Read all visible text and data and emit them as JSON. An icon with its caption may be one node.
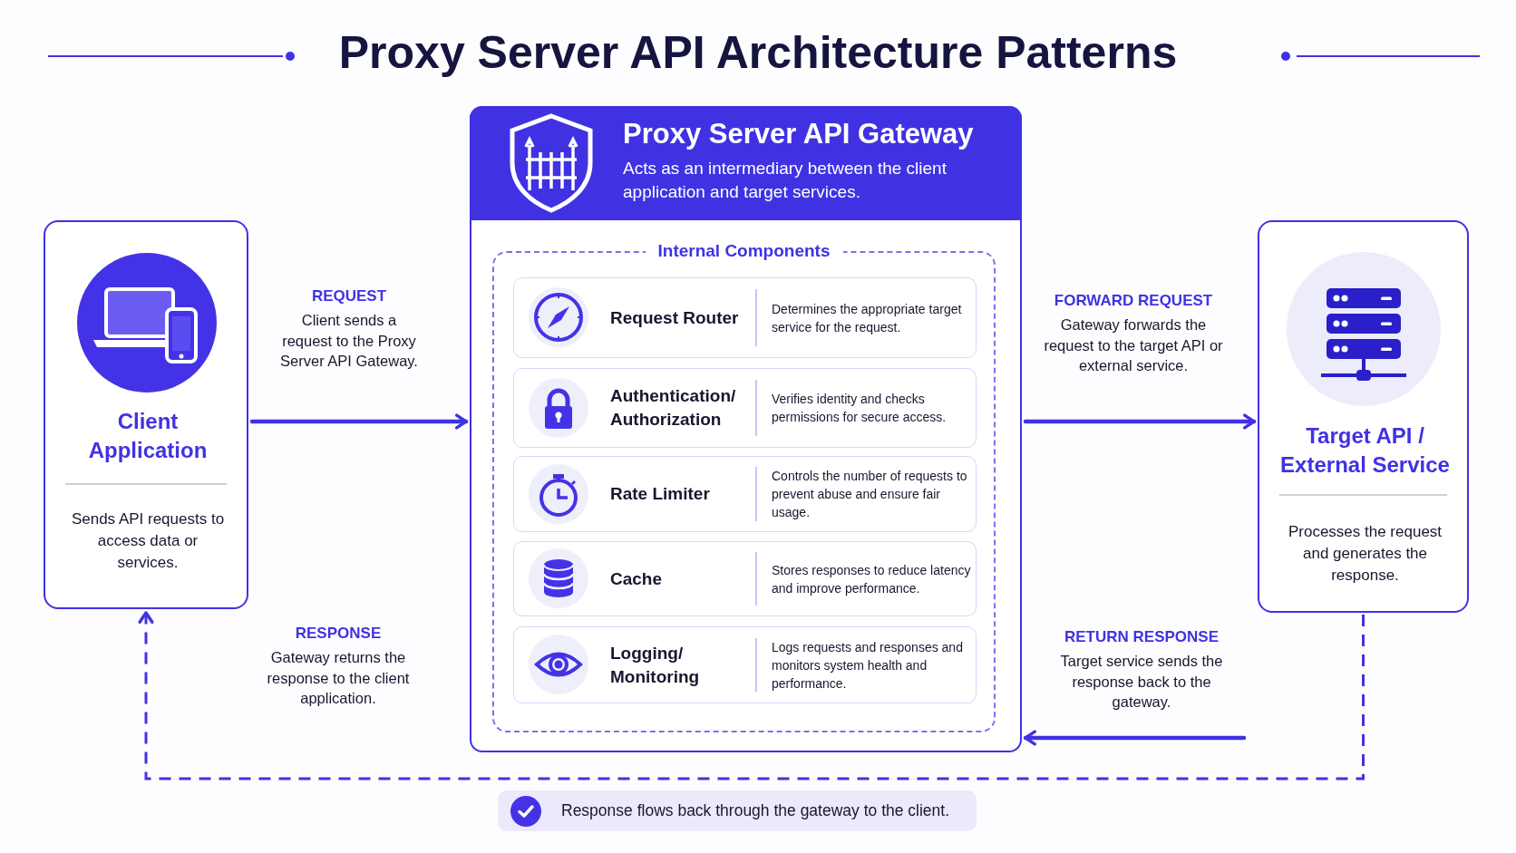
{
  "diagram": {
    "title": "Proxy Server API Architecture Patterns",
    "nodes": [
      {
        "text": [
          "Client Application",
          "Sends API requests to access data or services."
        ]
      },
      {
        "text": [
          "Proxy Server API Gateway",
          "Acts as an intermediary between the client application and target services."
        ]
      },
      {
        "text": [
          "Internal Components"
        ],
        "in": 1
      },
      {
        "text": [
          "Request Router",
          "Determines the appropriate target service for the request."
        ],
        "in": 2
      },
      {
        "text": [
          "Authentication/ Authorization",
          "Verifies identity and checks permissions for secure access."
        ],
        "in": 2
      },
      {
        "text": [
          "Rate Limiter",
          "Controls the number of requests to prevent abuse and ensure fair usage."
        ],
        "in": 2
      },
      {
        "text": [
          "Cache",
          "Stores responses to reduce latency and improve performance."
        ],
        "in": 2
      },
      {
        "text": [
          "Logging/ Monitoring",
          "Logs requests and responses and monitors system health and performance."
        ],
        "in": 2
      },
      {
        "text": [
          "Target API / External Service",
          "Processes the request and generates the response."
        ]
      }
    ],
    "edges": [
      {
        "from": 0,
        "to": 1,
        "arrow": "to"
      },
      {
        "from": 1,
        "to": 8,
        "arrow": "to"
      },
      {
        "from": null,
        "to": 1,
        "arrow": "to"
      },
      {
        "from": 8,
        "to": 0,
        "arrow": "to",
        "style": "dashed"
      }
    ],
    "labels": [
      "REQUEST",
      "Client sends a request to the Proxy Server API Gateway.",
      "FORWARD REQUEST",
      "Gateway forwards the request to the target API or external service.",
      "RESPONSE",
      "Gateway returns the response to the client application.",
      "RETURN RESPONSE",
      "Target service sends the response back to the gateway.",
      "Response flows back through the gateway to the client."
    ]
  }
}
